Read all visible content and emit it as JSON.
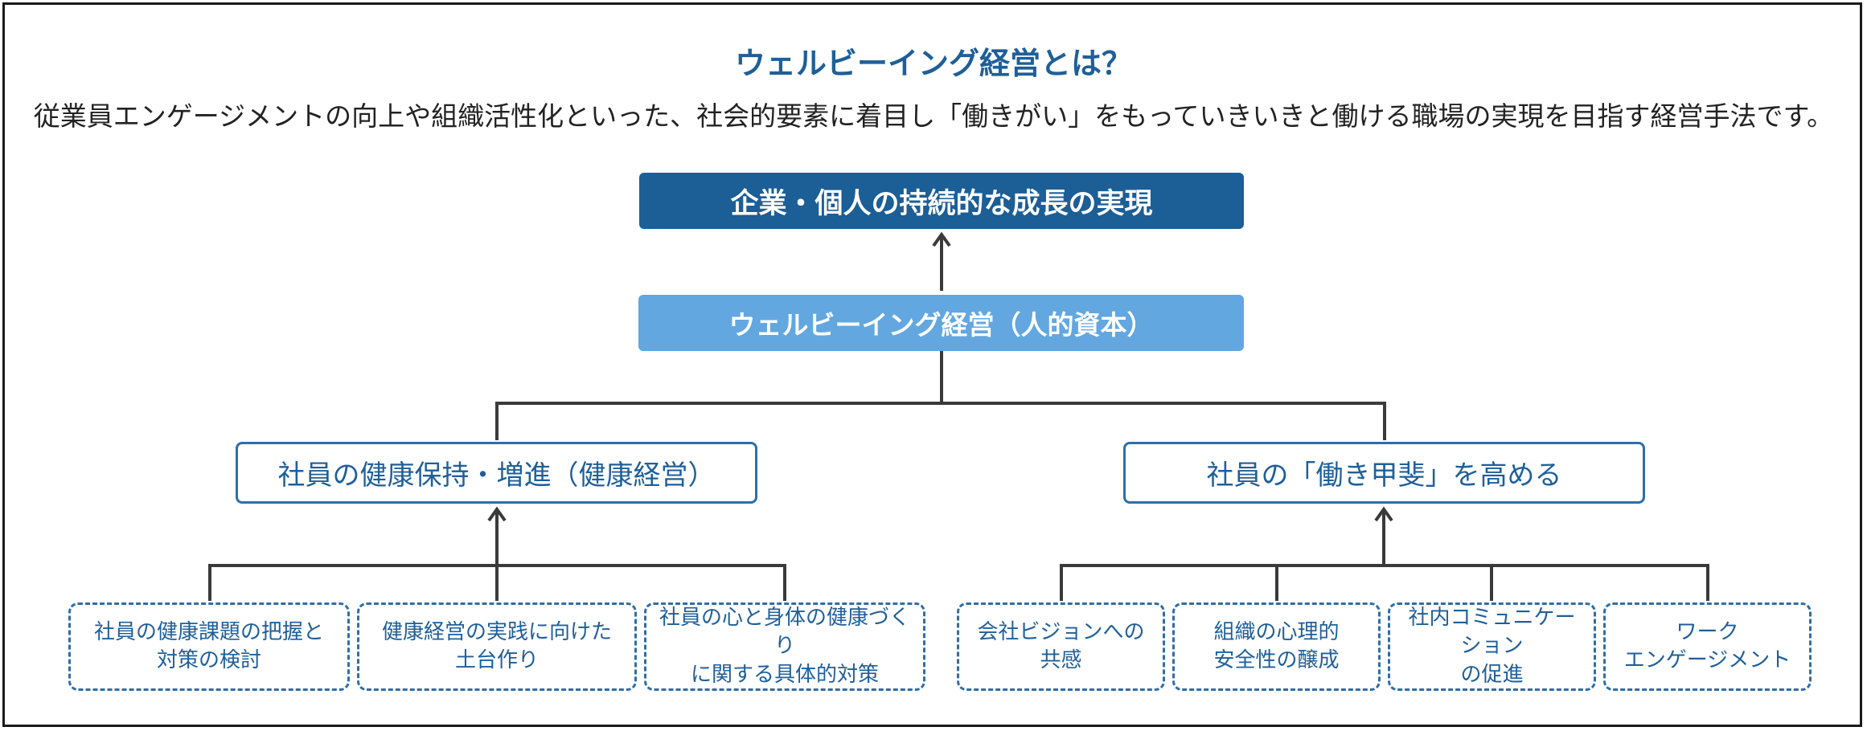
{
  "title": "ウェルビーイング経営とは？",
  "subtitle": "従業員エンゲージメントの向上や組織活性化といった、社会的要素に着目し「働きがい」をもっていきいきと働ける職場の実現を目指す経営手法です。",
  "nodes": {
    "goal": "企業・個人の持続的な成長の実現",
    "core": "ウェルビーイング経営（人的資本）",
    "left": "社員の健康保持・増進（健康経営）",
    "right": "社員の「働き甲斐」を高める",
    "left_items": [
      [
        "社員の健康課題の把握と",
        "対策の検討"
      ],
      [
        "健康経営の実践に向けた",
        "土台作り"
      ],
      [
        "社員の心と身体の健康づくり",
        "に関する具体的対策"
      ]
    ],
    "right_items": [
      [
        "会社ビジョンへの",
        "共感"
      ],
      [
        "組織の心理的",
        "安全性の醸成"
      ],
      [
        "社内コミュニケーション",
        "の促進"
      ],
      [
        "ワーク",
        "エンゲージメント"
      ]
    ]
  },
  "colors": {
    "dark_blue": "#1c5e96",
    "light_blue": "#62a7e0",
    "outline_blue": "#2f6ea8",
    "connector": "#3a3a3a"
  }
}
